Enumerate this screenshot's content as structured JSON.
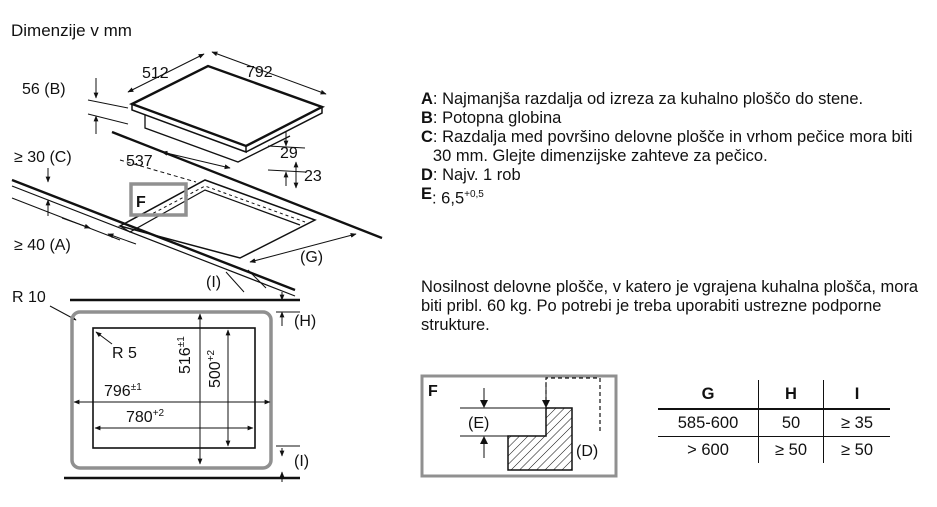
{
  "page_title": "Dimenzije v mm",
  "diagram": {
    "dim_512": "512",
    "dim_792": "792",
    "dim_56_b": "56 (B)",
    "dim_29": "29",
    "dim_23": "23",
    "dim_30_c": "≥ 30 (C)",
    "dim_537": "537",
    "label_f": "F",
    "dim_40_a": "≥ 40 (A)",
    "label_g": "(G)",
    "label_i": "(I)"
  },
  "plan": {
    "r10": "R 10",
    "r5": "R 5",
    "dim_516": "516",
    "dim_516_tol": "±1",
    "dim_500": "500",
    "dim_500_tol": "+2",
    "dim_796": "796",
    "dim_796_tol": "±1",
    "dim_780": "780",
    "dim_780_tol": "+2",
    "label_h": "(H)",
    "label_i": "(I)"
  },
  "legend": [
    {
      "key": "A",
      "text": ": Najmanjša razdalja od izreza za kuhalno ploščo do stene."
    },
    {
      "key": "B",
      "text": ": Potopna globina"
    },
    {
      "key": "C",
      "text": ": Razdalja med površino delovne plošče in vrhom pečice mora biti 30 mm. Glejte dimenzijske zahteve za pečico."
    },
    {
      "key": "D",
      "text": ": Najv. 1 rob"
    },
    {
      "key": "E",
      "text": ": 6,5",
      "sup": "+0,5"
    }
  ],
  "note": "Nosilnost delovne plošče, v katero je vgrajena kuhalna plošča, mora biti pribl. 60 kg. Po potrebi je treba uporabiti ustrezne podporne strukture.",
  "detail": {
    "label_f": "F",
    "label_e": "(E)",
    "label_d": "(D)"
  },
  "table": {
    "headers": [
      "G",
      "H",
      "I"
    ],
    "rows": [
      [
        "585-600",
        "50",
        "≥ 35"
      ],
      [
        "> 600",
        "≥ 50",
        "≥ 50"
      ]
    ]
  },
  "colors": {
    "frame_gray": "#909090",
    "line": "#111111"
  }
}
